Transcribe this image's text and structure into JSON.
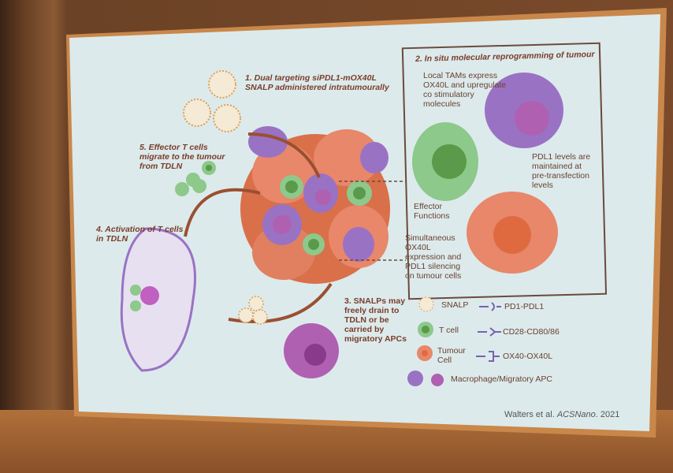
{
  "steps": {
    "step1": [
      "1. Dual targeting siPDL1-mOX40L",
      "SNALP administered intratumourally"
    ],
    "step2_title": "2. In situ molecular reprogramming of tumour",
    "step3": [
      "3. SNALPs may",
      "freely drain to",
      "TDLN or be",
      "carried by",
      "migratory APCs"
    ],
    "step4": [
      "4. Activation of T cells",
      "in TDLN"
    ],
    "step5": [
      "5. Effector T cells",
      "migrate to the tumour",
      "from TDLN"
    ]
  },
  "inset": {
    "tams": [
      "Local TAMs express",
      "OX40L and upregulate",
      "co stimulatory",
      "molecules"
    ],
    "pdl1": [
      "PDL1 levels are",
      "maintained at",
      "pre-transfection",
      "levels"
    ],
    "effector": [
      "Effector",
      "Functions"
    ],
    "simultaneous": [
      "Simultaneous",
      "OX40L",
      "expression  and",
      "PDL1 silencing",
      "on tumour cells"
    ]
  },
  "legend": {
    "snalp": "SNALP",
    "tcell": "T cell",
    "tumour": [
      "Tumour",
      "Cell"
    ],
    "macrophage": "Macrophage/Migratory APC",
    "pd1": "PD1-PDL1",
    "cd28": "CD28-CD80/86",
    "ox40": "OX40-OX40L"
  },
  "citation": {
    "authors": "Walters et al. ",
    "journal": "ACSNano",
    "year": ". 2021"
  },
  "colors": {
    "tumour": "#e8876a",
    "tcell": "#8cc98a",
    "macrophage": "#9a72c4",
    "snalp": "#e0a050",
    "text": "#7a3d2a"
  }
}
